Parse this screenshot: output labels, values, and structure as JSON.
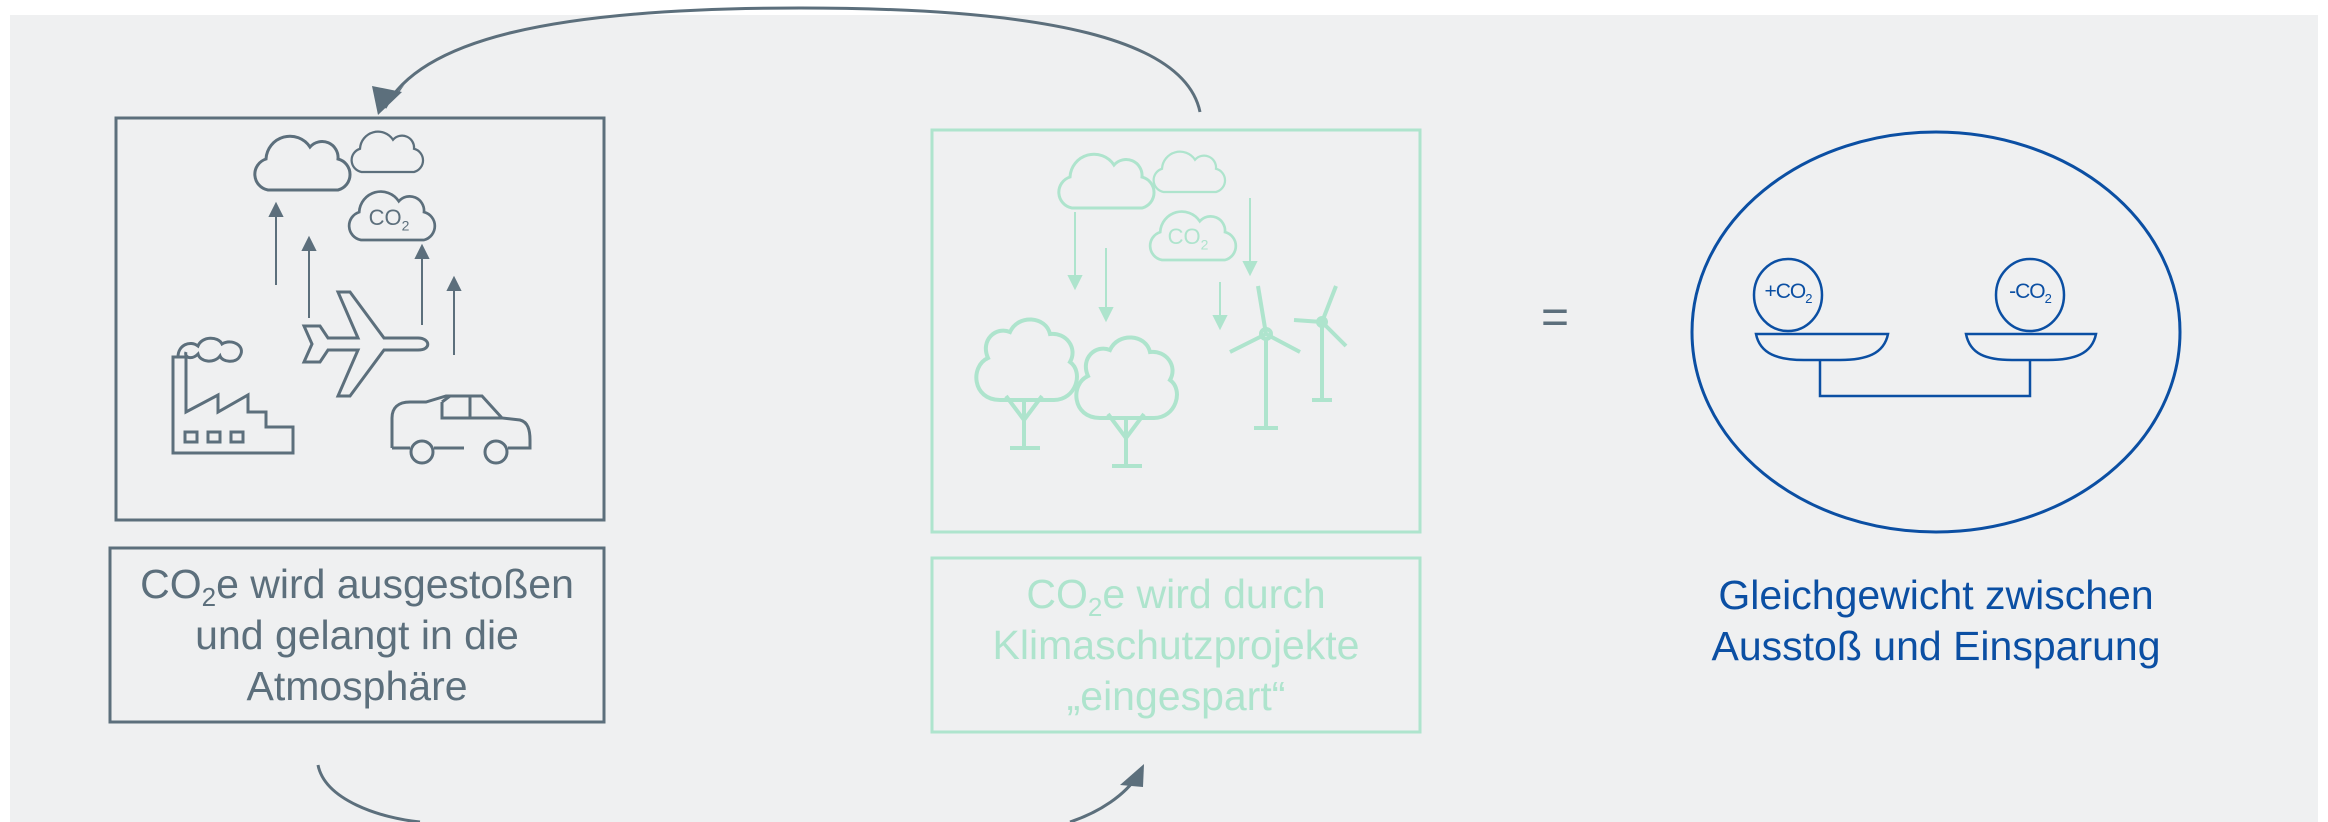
{
  "colors": {
    "background": "#eff0f1",
    "emission": "#5c6f7c",
    "offset": "#aee4cd",
    "balance": "#0b4fa3"
  },
  "emission": {
    "label_co": "CO",
    "label_sub": "2",
    "label_rest": "e wird ausgestoßen",
    "label_line2": "und gelangt in die",
    "label_line3": "Atmosphäre",
    "icon_cloud_text": "CO",
    "icon_cloud_sub": "2"
  },
  "offset": {
    "label_co": "CO",
    "label_sub": "2",
    "label_rest": "e wird durch",
    "label_line2": "Klimaschutzprojekte",
    "label_line3": "„eingespart“",
    "icon_cloud_text": "CO",
    "icon_cloud_sub": "2"
  },
  "equals": "=",
  "balance": {
    "left_weight": "+CO",
    "left_weight_sub": "2",
    "right_weight": "-CO",
    "right_weight_sub": "2",
    "label_line1": "Gleichgewicht zwischen",
    "label_line2": "Ausstoß und Einsparung"
  },
  "icons": [
    "cloud-icon",
    "factory-icon",
    "airplane-icon",
    "car-icon",
    "tree-icon",
    "wind-turbine-icon",
    "scale-icon",
    "cycle-arrow-icon"
  ]
}
